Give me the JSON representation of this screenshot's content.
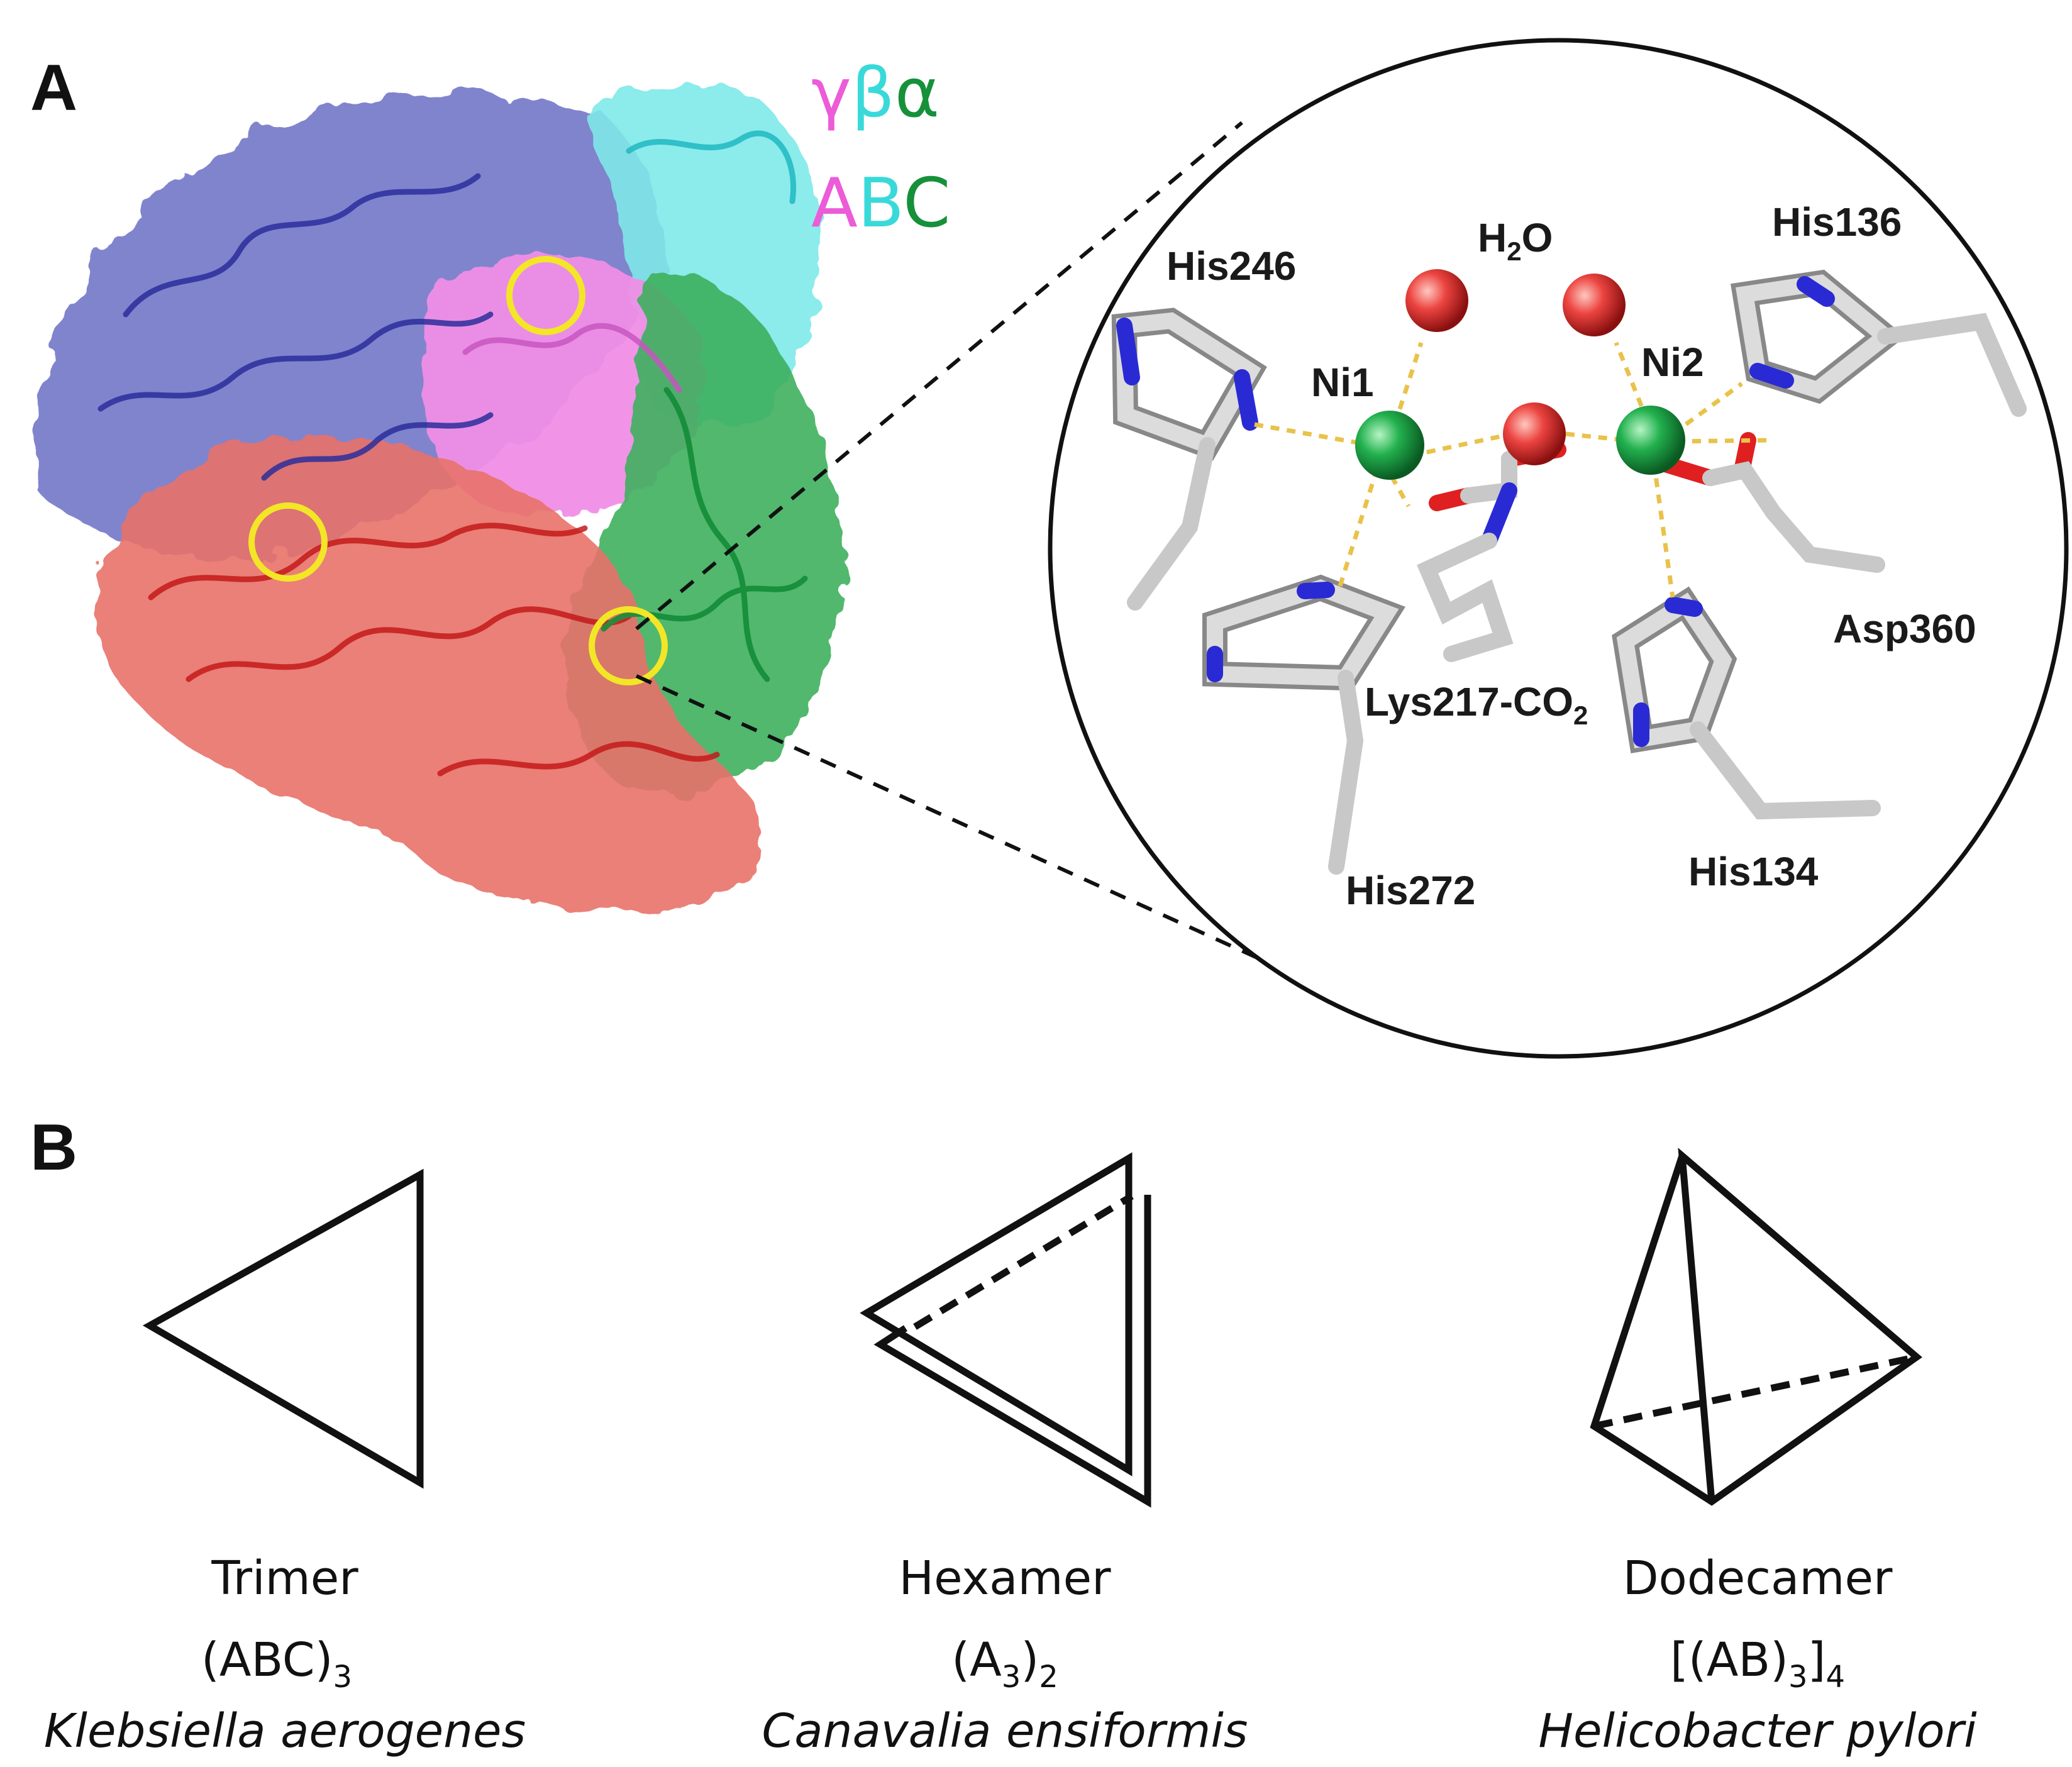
{
  "panels": {
    "a_label": "A",
    "b_label": "B"
  },
  "legend": {
    "greek": [
      {
        "text": "γ",
        "color": "#ec5bd8"
      },
      {
        "text": "β",
        "color": "#3ad9d9"
      },
      {
        "text": "α",
        "color": "#16913a"
      }
    ],
    "latin": [
      {
        "text": "A",
        "color": "#ec5bd8"
      },
      {
        "text": "B",
        "color": "#3ad9d9"
      },
      {
        "text": "C",
        "color": "#16913a"
      }
    ]
  },
  "colors": {
    "chain_blue": "#6a6fc4",
    "chain_blue_dark": "#2c2e9c",
    "chain_red": "#e8726a",
    "chain_red_dark": "#c41a1a",
    "chain_pink": "#f08ee6",
    "chain_cyan": "#7fe9e9",
    "chain_green": "#3eb05e",
    "chain_green_dark": "#0f8a34",
    "active_site_ring": "#f3e626",
    "nickel": "#1ea64a",
    "water": "#e8403c",
    "nitrogen": "#2a2ad4",
    "oxygen": "#e02020",
    "carbon": "#c8c8c8"
  },
  "active_site": {
    "water_label_main": "H",
    "water_label_sub": "2",
    "water_label_end": "O",
    "ni1": "Ni1",
    "ni2": "Ni2",
    "his246": "His246",
    "his136": "His136",
    "his272": "His272",
    "his134": "His134",
    "asp360": "Asp360",
    "lys_main": "Lys217-CO",
    "lys_sub": "2"
  },
  "assemblies": [
    {
      "name": "Trimer",
      "formula_main": "(ABC)",
      "formula_sub": "3",
      "organism": "Klebsiella aerogenes"
    },
    {
      "name": "Hexamer",
      "formula_main": "(A",
      "formula_sub": "3",
      "formula_mid": ")",
      "formula_sub2": "2",
      "organism": "Canavalia ensiformis"
    },
    {
      "name": "Dodecamer",
      "formula_main": "[(AB)",
      "formula_sub": "3",
      "formula_mid": "]",
      "formula_sub2": "4",
      "organism": "Helicobacter pylori"
    }
  ]
}
